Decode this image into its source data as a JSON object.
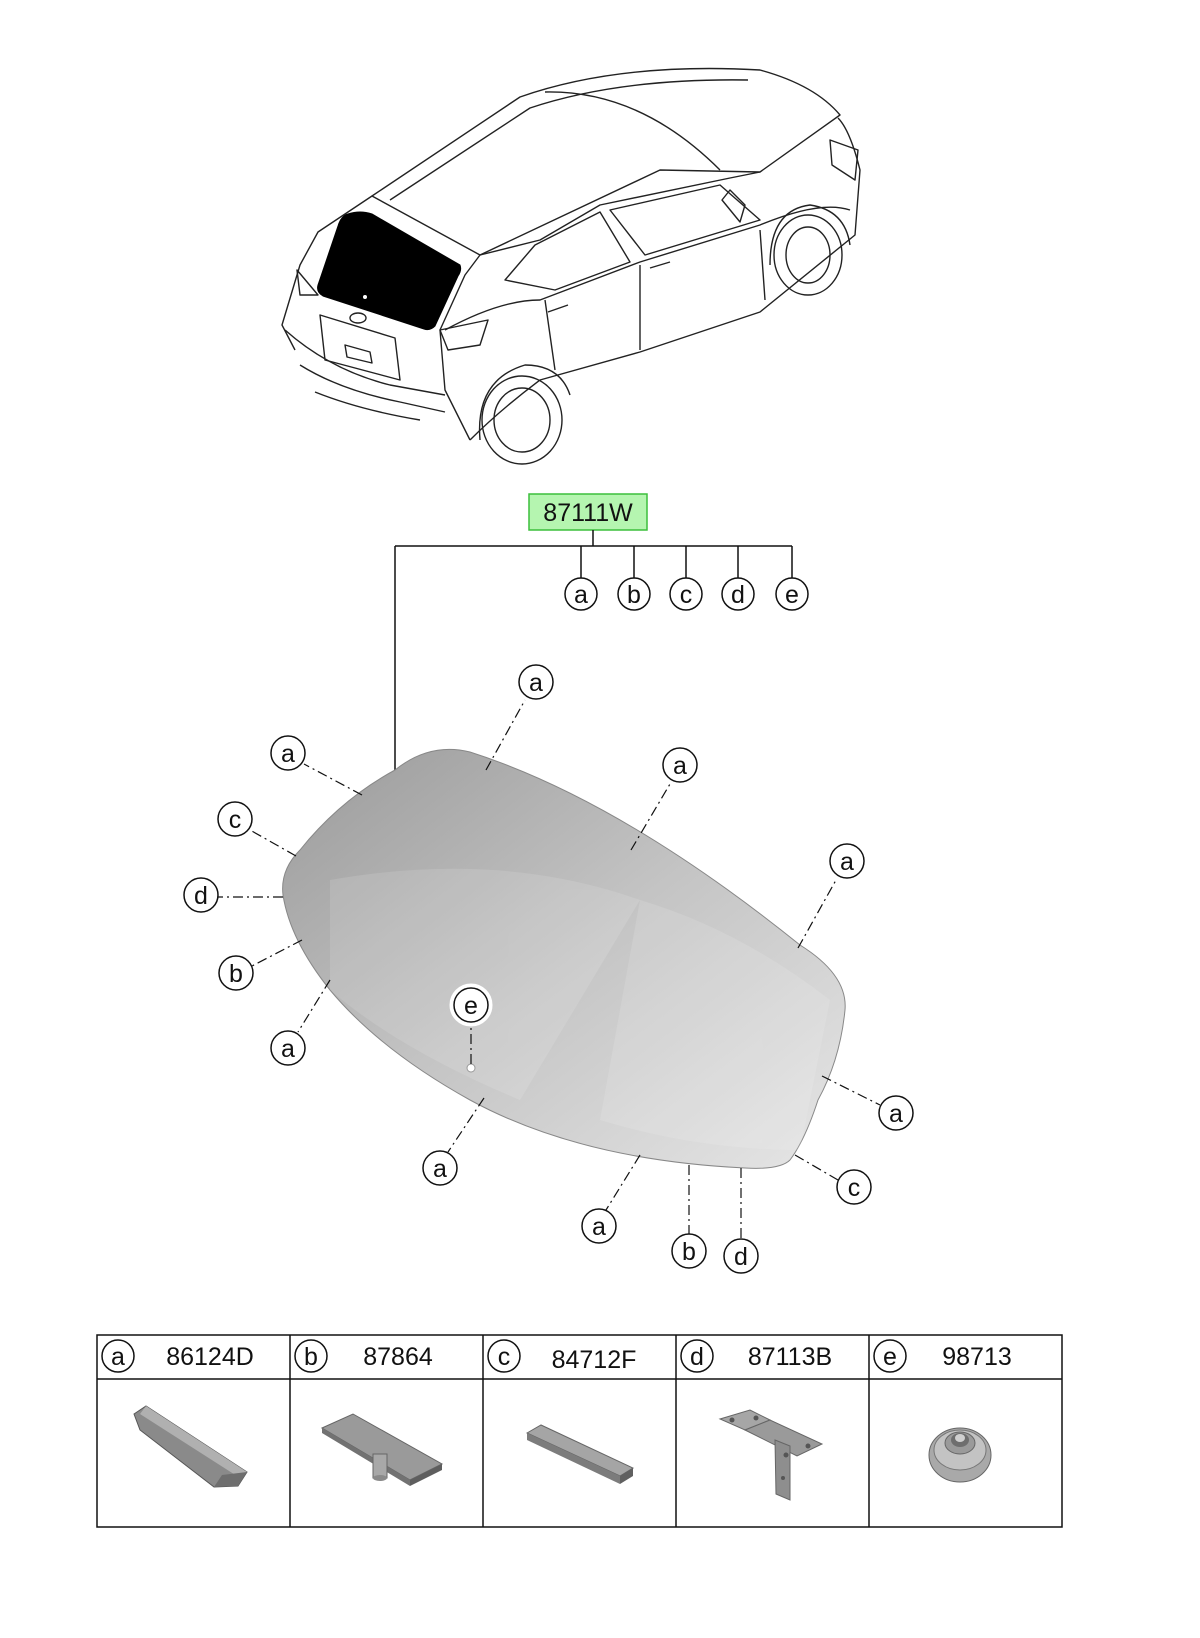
{
  "main_part": {
    "number": "87111W",
    "highlight_color": "#b5f5b0",
    "border_color": "#3cbf3c"
  },
  "sub_refs": [
    "a",
    "b",
    "c",
    "d",
    "e"
  ],
  "callouts": [
    "a",
    "a",
    "a",
    "a",
    "c",
    "d",
    "b",
    "a",
    "e",
    "a",
    "a",
    "c",
    "a",
    "b",
    "d"
  ],
  "legend": [
    {
      "letter": "a",
      "part": "86124D",
      "icon": "glass-stopper-pad-icon"
    },
    {
      "letter": "b",
      "part": "87864",
      "icon": "glass-spacer-with-pin-icon"
    },
    {
      "letter": "c",
      "part": "84712F",
      "icon": "dam-rubber-strip-icon"
    },
    {
      "letter": "d",
      "part": "87113B",
      "icon": "glass-bracket-icon"
    },
    {
      "letter": "e",
      "part": "98713",
      "icon": "rear-wiper-grommet-icon"
    }
  ]
}
